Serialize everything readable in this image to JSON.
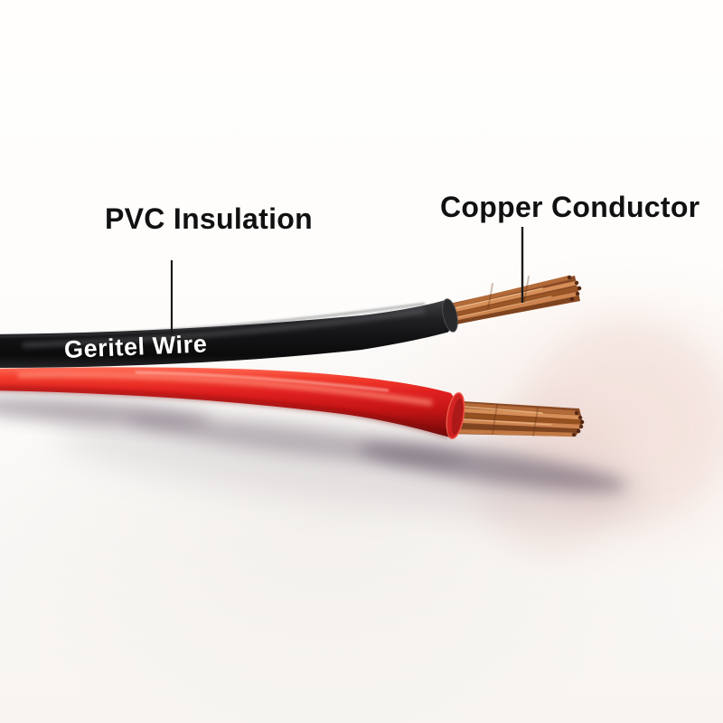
{
  "annotations": [
    {
      "label": "PVC Insulation",
      "target": "black-pvc-insulation-jacket"
    },
    {
      "label": "Copper Conductor",
      "target": "exposed-stranded-copper"
    }
  ],
  "product": {
    "brand_text": "Geritel Wire"
  },
  "colors": {
    "background": "#fdfcfa",
    "label_text": "#111111",
    "leader_line": "#1b1b1b",
    "black_insulation": "#1c1c1e",
    "red_insulation": "#d92121",
    "copper": "#c07c46",
    "copper_dark": "#7e431f",
    "brand_text": "#ffffff",
    "shadow": "#6f6372"
  }
}
